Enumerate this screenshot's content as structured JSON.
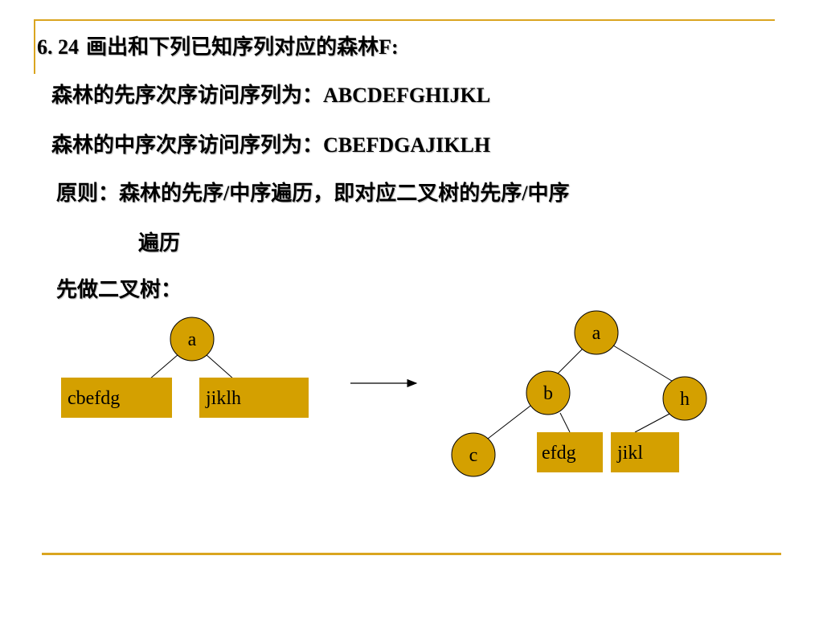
{
  "heading": {
    "number": "6. 24",
    "text": "画出和下列已知序列对应的森林",
    "suffix": "F:"
  },
  "lines": {
    "preorder_label": "森林的先序次序访问序列为：",
    "preorder_value": "ABCDEFGHIJKL",
    "inorder_label": "森林的中序次序访问序列为：",
    "inorder_value": "CBEFDGAJIKLH",
    "principle_a": "原则：森林的先序",
    "principle_b": "/",
    "principle_c": "中序遍历，即对应二叉树的先序",
    "principle_d": "/",
    "principle_e": "中序",
    "principle_cont": "遍历",
    "first_step": "先做二叉树："
  },
  "tree1": {
    "root": "a",
    "left": "cbefdg",
    "right": "jiklh"
  },
  "tree2": {
    "root": "a",
    "b": "b",
    "h": "h",
    "c": "c",
    "efdg": "efdg",
    "jikl": "jikl"
  },
  "colors": {
    "accent": "#d4a000",
    "rule": "#daa520"
  }
}
